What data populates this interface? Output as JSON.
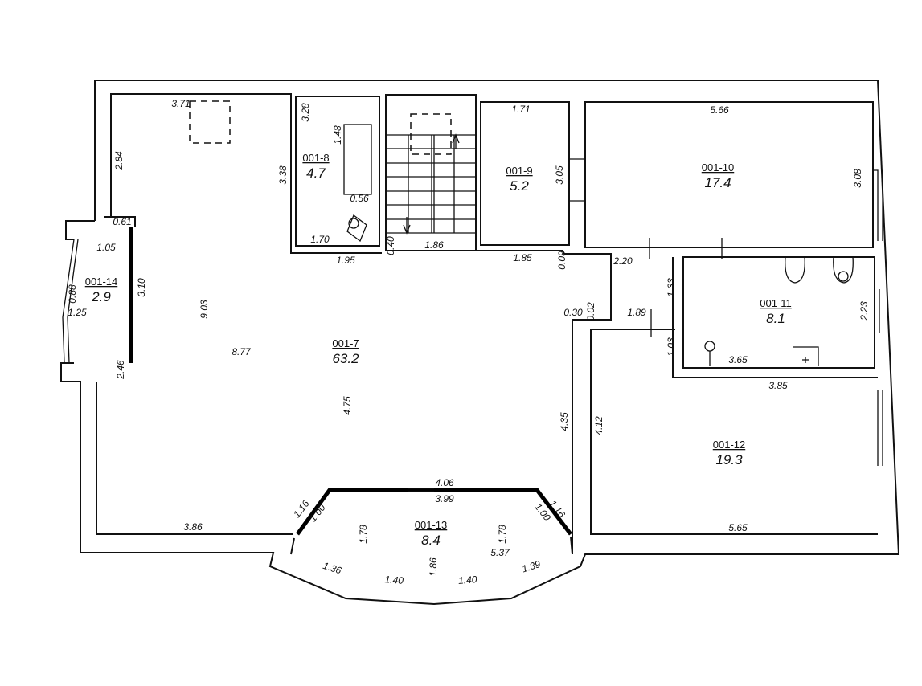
{
  "rooms": [
    {
      "id": "001-7",
      "area": "63.2"
    },
    {
      "id": "001-8",
      "area": "4.7"
    },
    {
      "id": "001-9",
      "area": "5.2"
    },
    {
      "id": "001-10",
      "area": "17.4"
    },
    {
      "id": "001-11",
      "area": "8.1"
    },
    {
      "id": "001-12",
      "area": "19.3"
    },
    {
      "id": "001-13",
      "area": "8.4"
    },
    {
      "id": "001-14",
      "area": "2.9"
    }
  ],
  "dimensions": [
    "3.71",
    "2.84",
    "0.61",
    "1.05",
    "0.88",
    "1.25",
    "3.10",
    "2.46",
    "9.03",
    "8.77",
    "4.75",
    "3.86",
    "3.28",
    "1.48",
    "3.38",
    "0.56",
    "1.70",
    "1.95",
    "0.40",
    "1.86",
    "1.71",
    "3.05",
    "1.85",
    "0.09",
    "5.66",
    "3.08",
    "2.20",
    "1.33",
    "0.30",
    "0.02",
    "1.89",
    "1.03",
    "3.65",
    "2.23",
    "3.85",
    "4.35",
    "4.12",
    "5.65",
    "4.06",
    "3.99",
    "1.16",
    "1.00",
    "1.78",
    "1.78",
    "5.37",
    "1.86",
    "1.36",
    "1.40",
    "1.40",
    "1.39",
    "1.16",
    "1.00"
  ]
}
